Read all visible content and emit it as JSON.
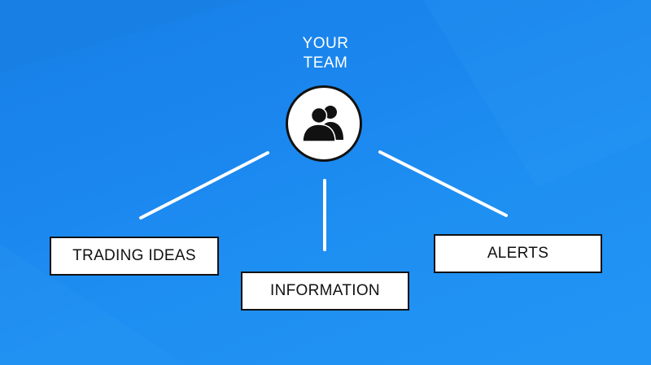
{
  "center": {
    "label_line1": "YOUR",
    "label_line2": "TEAM",
    "icon": "team-people-icon"
  },
  "nodes": [
    {
      "label": "TRADING IDEAS"
    },
    {
      "label": "INFORMATION"
    },
    {
      "label": "ALERTS"
    }
  ],
  "colors": {
    "background": "#1a86ee",
    "box_fill": "#ffffff",
    "box_border": "#111111",
    "connector": "#ffffff",
    "text_on_box": "#111111",
    "text_on_background": "#ffffff"
  }
}
